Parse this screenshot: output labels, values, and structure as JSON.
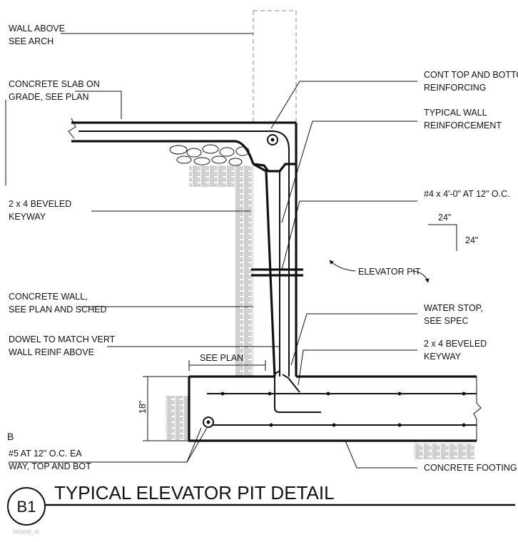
{
  "title": "TYPICAL ELEVATOR PIT DETAIL",
  "detail_tag": "B1",
  "section_mark": "B",
  "watermark": "fabweb_ai",
  "dimensions": {
    "see_plan": "SEE PLAN",
    "footing_depth": "18\"",
    "keyway_w": "24\"",
    "keyway_h": "24\""
  },
  "labels_left": {
    "wall_above_1": "WALL ABOVE",
    "wall_above_2": "SEE ARCH",
    "slab_1": "CONCRETE SLAB ON",
    "slab_2": "GRADE, SEE PLAN",
    "keyway_1": "2 x 4 BEVELED",
    "keyway_2": "KEYWAY",
    "wall_1": "CONCRETE WALL,",
    "wall_2": "SEE PLAN AND SCHED",
    "dowel_1": "DOWEL TO MATCH VERT",
    "dowel_2": "WALL REINF ABOVE",
    "bars_1": "#5 AT 12\" O.C. EA",
    "bars_2": "WAY, TOP AND BOT"
  },
  "labels_right": {
    "cont_1": "CONT TOP AND BOTTOM",
    "cont_2": "REINFORCING",
    "wallreinf_1": "TYPICAL WALL",
    "wallreinf_2": "REINFORCEMENT",
    "bars4": "#4 x 4'-0\" AT 12\" O.C.",
    "pit": "ELEVATOR PIT",
    "waterstop_1": "WATER STOP,",
    "waterstop_2": "SEE SPEC",
    "keyway_1": "2 x 4 BEVELED",
    "keyway_2": "KEYWAY",
    "footing": "CONCRETE FOOTING"
  }
}
